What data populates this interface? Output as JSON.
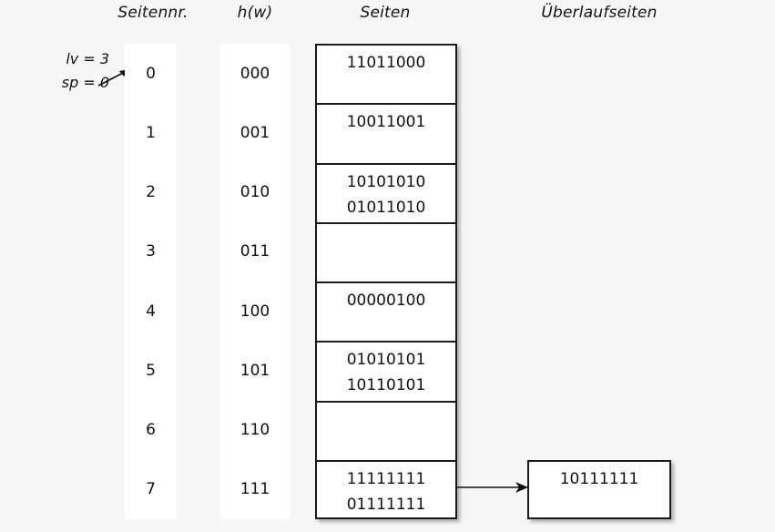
{
  "diagram": {
    "title_headers": {
      "seitennr": "Seitennr.",
      "hw": "h(w)",
      "seiten": "Seiten",
      "ueberlaufseiten": "Überlaufseiten"
    },
    "status": {
      "lv_label": "lv = 3",
      "sp_label": "sp = 0",
      "arrow_icon": "arrow-right-up-icon"
    },
    "colors": {
      "background": "#f7f7f7",
      "cell_background": "#ffffff",
      "border": "#1a1a1a",
      "text": "#111111"
    },
    "rows": [
      {
        "seitennr": "0",
        "hw": "000",
        "records": [
          "11011000"
        ]
      },
      {
        "seitennr": "1",
        "hw": "001",
        "records": [
          "10011001"
        ]
      },
      {
        "seitennr": "2",
        "hw": "010",
        "records": [
          "10101010",
          "01011010"
        ]
      },
      {
        "seitennr": "3",
        "hw": "011",
        "records": []
      },
      {
        "seitennr": "4",
        "hw": "100",
        "records": [
          "00000100"
        ]
      },
      {
        "seitennr": "5",
        "hw": "101",
        "records": [
          "01010101",
          "10110101"
        ]
      },
      {
        "seitennr": "6",
        "hw": "110",
        "records": []
      },
      {
        "seitennr": "7",
        "hw": "111",
        "records": [
          "11111111",
          "01111111"
        ]
      }
    ],
    "overflow": {
      "arrow_icon": "arrow-right-icon",
      "from_row": "7",
      "records": [
        "10111111"
      ]
    }
  }
}
